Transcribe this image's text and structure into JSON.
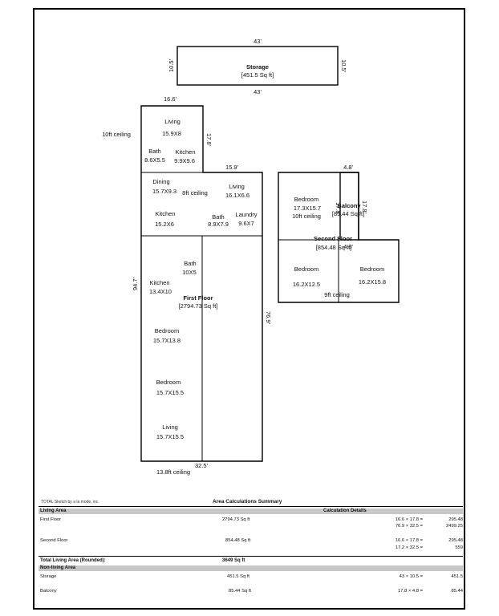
{
  "plan": {
    "storage": {
      "name": "Storage",
      "area": "[451.5 Sq ft]",
      "dim_top": "43'",
      "dim_bottom": "43'",
      "dim_left": "10.5'",
      "dim_right": "10.5'"
    },
    "first_floor": {
      "name": "First Floor",
      "area": "[2794.73 Sq ft]",
      "dim_top_upper": "16.6'",
      "dim_right_upper": "17.8'",
      "dim_top_lower": "15.9'",
      "dim_left": "94.7'",
      "dim_right": "76.9'",
      "dim_bottom": "32.5'",
      "ceiling_top": "10ft ceiling",
      "ceiling_mid": "8ft ceiling",
      "ceiling_bottom": "13.8ft ceiling",
      "rooms": [
        {
          "name": "Living",
          "size": "15.9X8"
        },
        {
          "name": "Bath",
          "size": "8.6X5.5"
        },
        {
          "name": "Kitchen",
          "size": "9.9X9.6"
        },
        {
          "name": "Dining",
          "size": "15.7X9.3"
        },
        {
          "name": "Living",
          "size": "16.1X6.6"
        },
        {
          "name": "Kitchen",
          "size": "15.2X6"
        },
        {
          "name": "Bath",
          "size": "8.9X7.9"
        },
        {
          "name": "Laundry",
          "size": "9.6X7"
        },
        {
          "name": "Bath",
          "size": "10X5"
        },
        {
          "name": "Kitchen",
          "size": "13.4X10"
        },
        {
          "name": "Bedroom",
          "size": "15.7X13.8"
        },
        {
          "name": "Bedroom",
          "size": "15.7X15.5"
        },
        {
          "name": "Living",
          "size": "15.7X15.5"
        }
      ]
    },
    "second_floor": {
      "name": "Second Floor",
      "area": "[854.48 Sq ft]",
      "ceiling_upper": "10ft ceiling",
      "ceiling_lower": "9ft ceiling",
      "rooms": [
        {
          "name": "Bedroom",
          "size": "17.3X15.7"
        },
        {
          "name": "Bedroom",
          "size": "16.2X12.5"
        },
        {
          "name": "Bedroom",
          "size": "16.2X15.8"
        }
      ]
    },
    "balcony": {
      "name": "Balcony",
      "area": "[85.44 Sq ft]",
      "dim_top": "4.8'",
      "dim_bottom": "4.8'",
      "dim_left": "17.8'",
      "dim_right": "17.8'"
    }
  },
  "summary": {
    "software": "TOTAL Sketch by a la mode, inc.",
    "title": "Area Calculations Summary",
    "living_area_label": "Living Area",
    "calc_details_label": "Calculation Details",
    "rows": [
      {
        "name": "First Floor",
        "area": "2794.73 Sq ft",
        "calcs": [
          {
            "expr": "16.6 × 17.8  =",
            "val": "295.48"
          },
          {
            "expr": "76.9 × 32.5  =",
            "val": "2499.25"
          }
        ]
      },
      {
        "name": "Second Floor",
        "area": "854.48 Sq ft",
        "calcs": [
          {
            "expr": "16.6 × 17.8  =",
            "val": "295.48"
          },
          {
            "expr": "17.2 × 32.5  =",
            "val": "559"
          }
        ]
      }
    ],
    "total_label": "Total Living Area (Rounded):",
    "total_value": "3649 Sq ft",
    "nonliving_label": "Non-living Area",
    "nonliving_rows": [
      {
        "name": "Storage",
        "area": "451.5 Sq ft",
        "calcs": [
          {
            "expr": "43 × 10.5  =",
            "val": "451.5"
          }
        ]
      },
      {
        "name": "Balcony",
        "area": "85.44 Sq ft",
        "calcs": [
          {
            "expr": "17.8 × 4.8  =",
            "val": "85.44"
          }
        ]
      }
    ]
  }
}
